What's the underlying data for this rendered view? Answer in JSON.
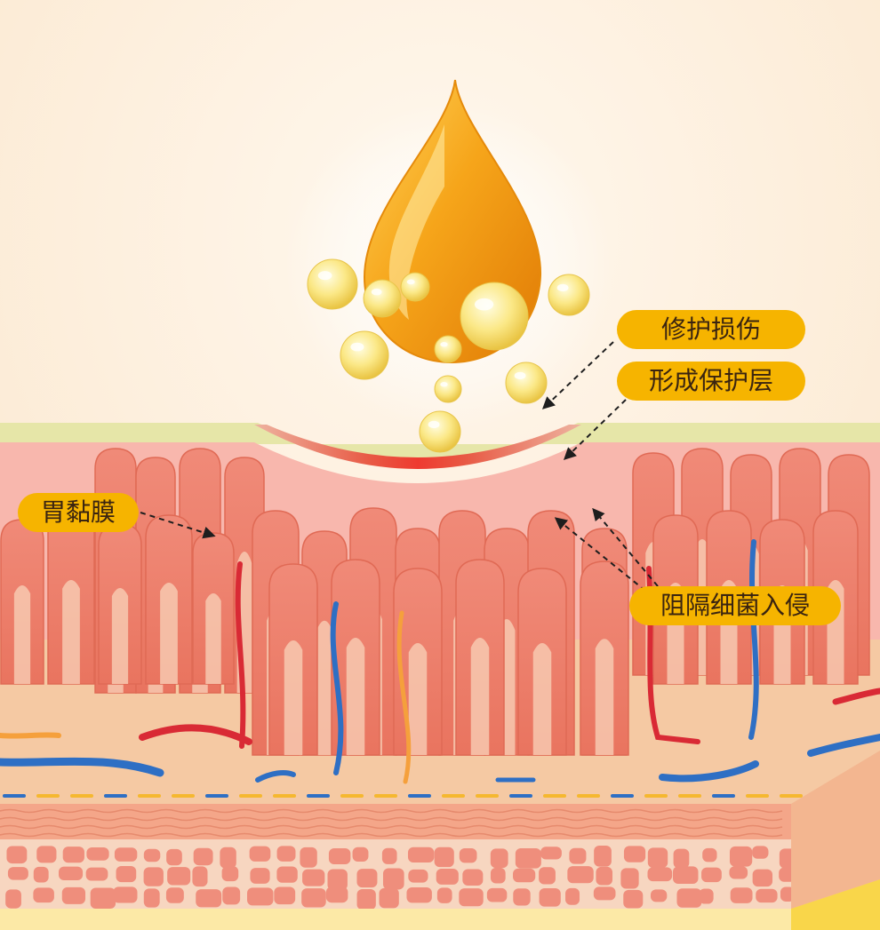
{
  "labels": {
    "repair_damage": "修护损伤",
    "form_protective_layer": "形成保护层",
    "gastric_mucosa": "胃黏膜",
    "block_bacteria": "阻隔细菌入侵"
  },
  "colors": {
    "background": "#fdeedb",
    "label_fill": "#f6b400",
    "label_text": "#3a2410",
    "drop_orange": "#f29a12",
    "protective_layer": "#ea4436",
    "villi": "#ec7c6c",
    "tissue_base": "#f5c9a3",
    "artery": "#d92a35",
    "vein": "#2e6fc4",
    "lymph": "#f5a03c"
  },
  "icons": [
    "oil-drop-icon",
    "bubble-icon"
  ]
}
